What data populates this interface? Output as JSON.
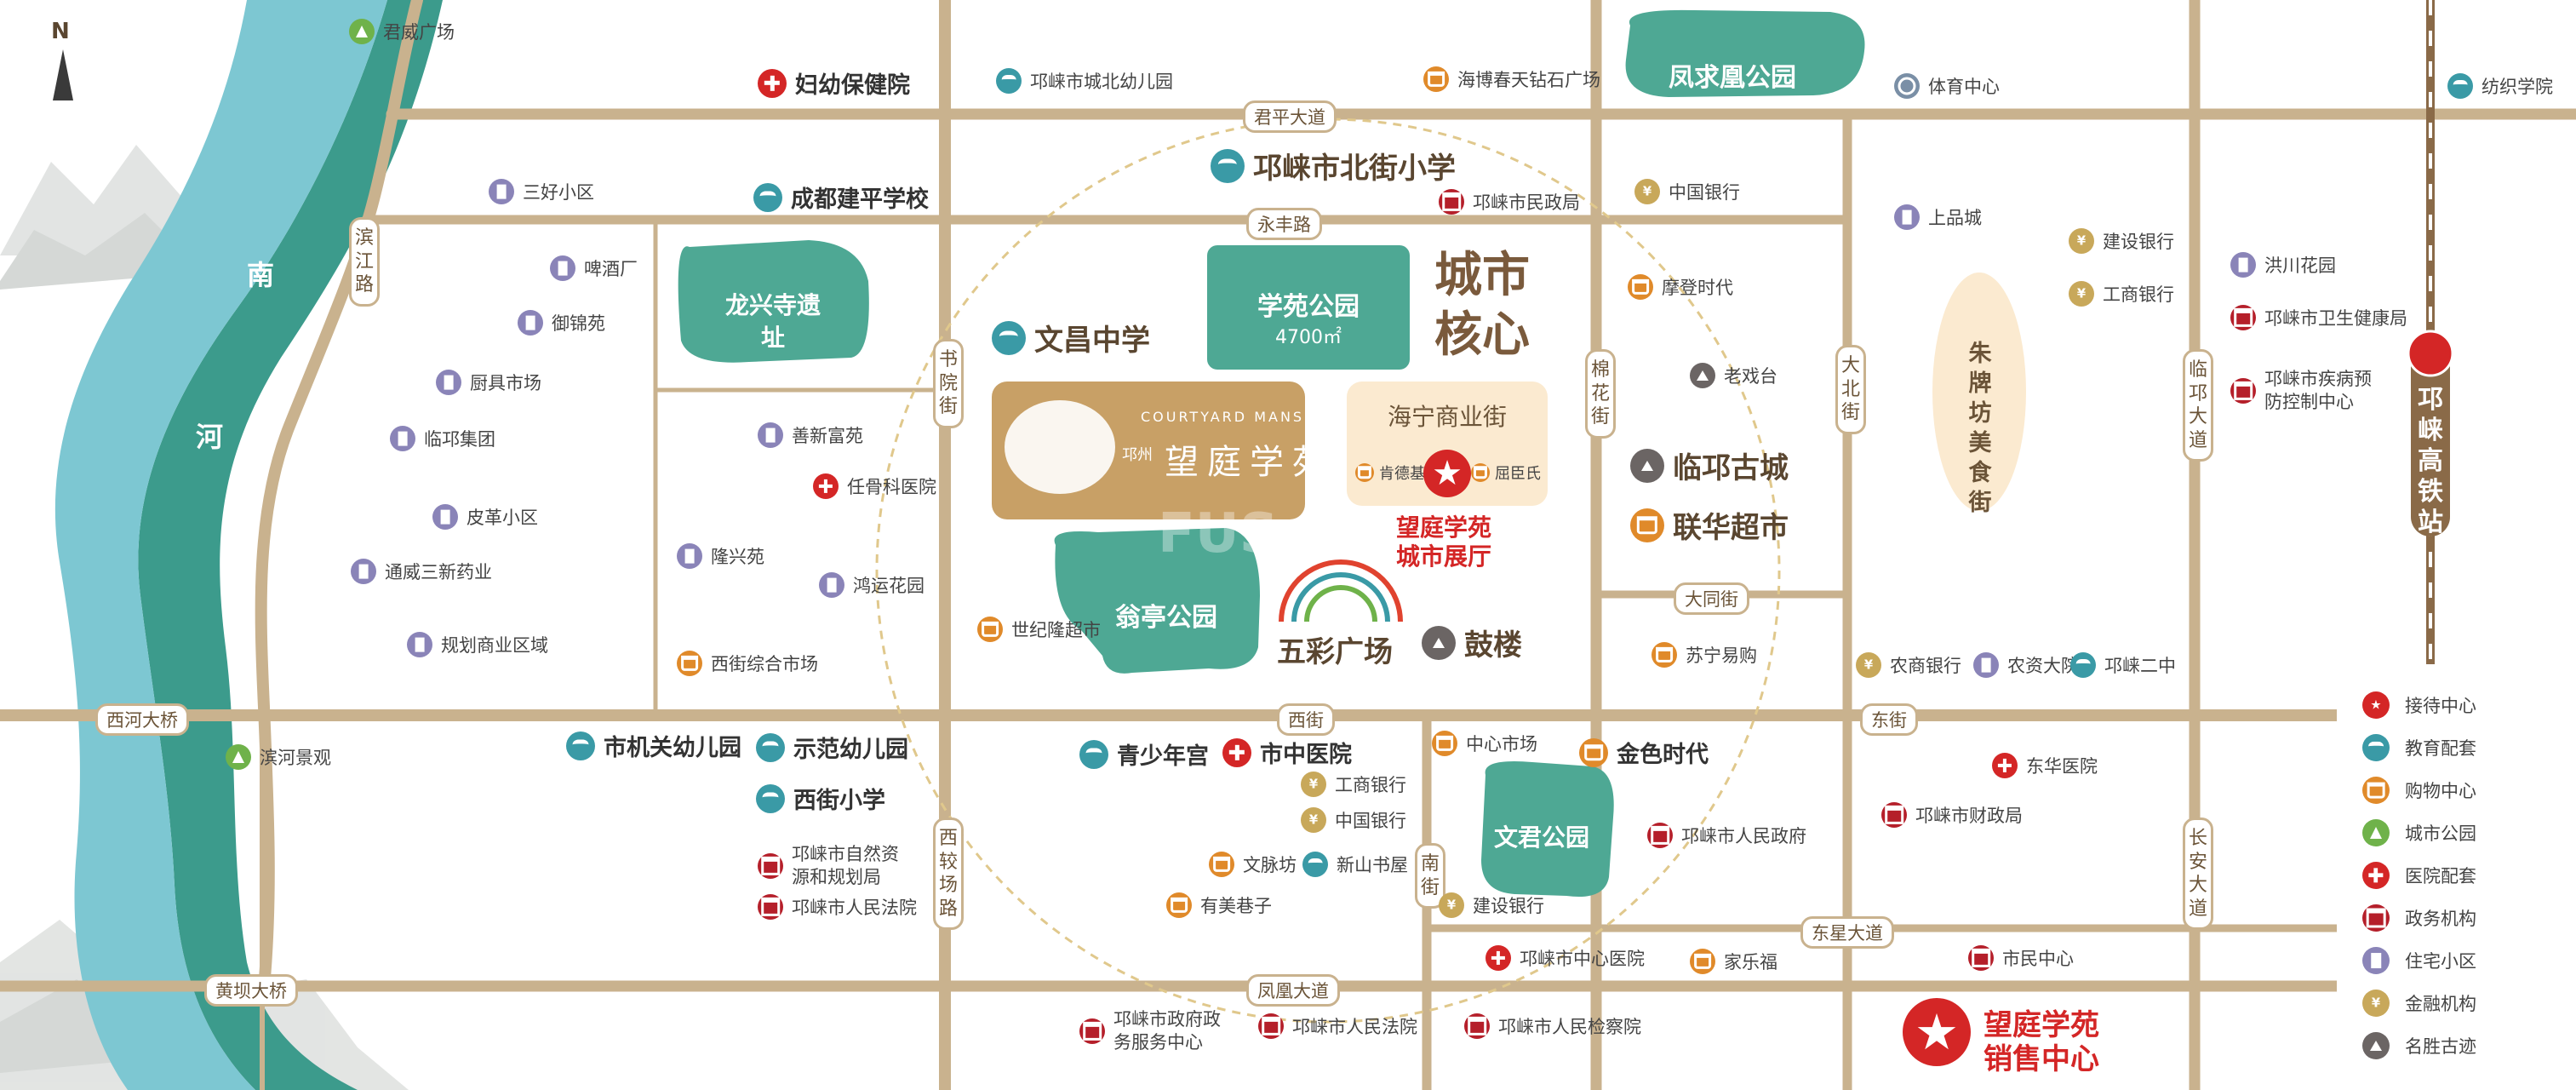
{
  "compass": {
    "label": "N"
  },
  "rivers": {
    "south_river": "南",
    "river2": "河"
  },
  "roads": {
    "junping": "君平大道",
    "yongfeng": "永丰路",
    "xijie": "西街",
    "dongjie": "东街",
    "fenghuang": "凤凰大道",
    "dongxing": "东星大道",
    "datong": "大同街",
    "xihe_bridge": "西河大桥",
    "huangba_bridge": "黄坝大桥",
    "binjiang": "滨江路",
    "shuyuan": "书院街",
    "xijiao": "西较场路",
    "mianhua": "棉花街",
    "dabei": "大北街",
    "nanjie": "南街",
    "linqiong": "临邛大道",
    "changan": "长安大道"
  },
  "parks": {
    "longxingsi": "龙兴寺遗址",
    "xueyuan": "学苑公园",
    "xueyuan_area": "4700㎡",
    "wengting": "翁亭公园",
    "wenjun": "文君公园",
    "fengqiuhuang": "凤求凰公园",
    "zhupaifang": "朱牌坊美食街"
  },
  "core": {
    "line1": "城市",
    "line2": "核心"
  },
  "project": {
    "english": "COURTYARD MANSION",
    "brand": "邛州",
    "name": "望庭学苑"
  },
  "street": {
    "title": "海宁商业街",
    "left": "肯德基",
    "right": "屈臣氏"
  },
  "showroom": {
    "line1": "望庭学苑",
    "line2": "城市展厅"
  },
  "sales": {
    "line1": "望庭学苑",
    "line2": "销售中心"
  },
  "station": {
    "name": "邛崃高铁站"
  },
  "wucai": "五彩广场",
  "gulou": "鼓楼",
  "watermark": "FUS",
  "pois": [
    {
      "t": "君威广场",
      "i": "park"
    },
    {
      "t": "妇幼保健院",
      "i": "medical"
    },
    {
      "t": "邛崃市城北幼儿园",
      "i": "edu"
    },
    {
      "t": "海博春天钻石广场",
      "i": "shop"
    },
    {
      "t": "体育中心",
      "i": "gym"
    },
    {
      "t": "纺织学院",
      "i": "edu"
    },
    {
      "t": "三好小区",
      "i": "res"
    },
    {
      "t": "成都建平学校",
      "i": "edu"
    },
    {
      "t": "邛崃市北街小学",
      "i": "edu"
    },
    {
      "t": "邛崃市民政局",
      "i": "gov"
    },
    {
      "t": "中国银行",
      "i": "bank"
    },
    {
      "t": "上品城",
      "i": "res"
    },
    {
      "t": "建设银行",
      "i": "bank"
    },
    {
      "t": "洪川花园",
      "i": "res"
    },
    {
      "t": "啤酒厂",
      "i": "res"
    },
    {
      "t": "御锦苑",
      "i": "res"
    },
    {
      "t": "摩登时代",
      "i": "shop"
    },
    {
      "t": "工商银行",
      "i": "bank"
    },
    {
      "t": "邛崃市卫生健康局",
      "i": "gov"
    },
    {
      "t": "文昌中学",
      "i": "edu"
    },
    {
      "t": "厨具市场",
      "i": "res"
    },
    {
      "t": "老戏台",
      "i": "heritage"
    },
    {
      "t": "邛崃市疾病预防控制中心",
      "i": "gov"
    },
    {
      "t": "临邛集团",
      "i": "res"
    },
    {
      "t": "善新富苑",
      "i": "res"
    },
    {
      "t": "临邛古城",
      "i": "heritage"
    },
    {
      "t": "任骨科医院",
      "i": "medical"
    },
    {
      "t": "皮革小区",
      "i": "res"
    },
    {
      "t": "联华超市",
      "i": "shop"
    },
    {
      "t": "隆兴苑",
      "i": "res"
    },
    {
      "t": "通威三新药业",
      "i": "res"
    },
    {
      "t": "鸿运花园",
      "i": "res"
    },
    {
      "t": "世纪隆超市",
      "i": "shop"
    },
    {
      "t": "鼓楼",
      "i": "heritage"
    },
    {
      "t": "规划商业区域",
      "i": "res"
    },
    {
      "t": "苏宁易购",
      "i": "shop"
    },
    {
      "t": "农商银行",
      "i": "bank"
    },
    {
      "t": "农资大院",
      "i": "res"
    },
    {
      "t": "邛崃二中",
      "i": "edu"
    },
    {
      "t": "西街综合市场",
      "i": "shop"
    },
    {
      "t": "市机关幼儿园",
      "i": "edu"
    },
    {
      "t": "示范幼儿园",
      "i": "edu"
    },
    {
      "t": "滨河景观",
      "i": "park"
    },
    {
      "t": "青少年宫",
      "i": "edu"
    },
    {
      "t": "市中医院",
      "i": "medical"
    },
    {
      "t": "中心市场",
      "i": "shop"
    },
    {
      "t": "金色时代",
      "i": "shop"
    },
    {
      "t": "东华医院",
      "i": "medical"
    },
    {
      "t": "西街小学",
      "i": "edu"
    },
    {
      "t": "工商银行",
      "i": "bank"
    },
    {
      "t": "邛崃市财政局",
      "i": "gov"
    },
    {
      "t": "中国银行",
      "i": "bank"
    },
    {
      "t": "邛崃市自然资源和规划局",
      "i": "gov"
    },
    {
      "t": "文脉坊",
      "i": "shop"
    },
    {
      "t": "新山书屋",
      "i": "edu"
    },
    {
      "t": "邛崃市人民政府",
      "i": "gov"
    },
    {
      "t": "邛崃市人民法院",
      "i": "gov"
    },
    {
      "t": "有美巷子",
      "i": "shop"
    },
    {
      "t": "建设银行",
      "i": "bank"
    },
    {
      "t": "邛崃市中心医院",
      "i": "medical"
    },
    {
      "t": "家乐福",
      "i": "shop"
    },
    {
      "t": "市民中心",
      "i": "gov"
    },
    {
      "t": "邛崃市政府政务服务中心",
      "i": "gov"
    },
    {
      "t": "邛崃市人民法院",
      "i": "gov"
    },
    {
      "t": "邛崃市人民检察院",
      "i": "gov"
    }
  ],
  "legend": [
    {
      "t": "接待中心",
      "i": "star"
    },
    {
      "t": "教育配套",
      "i": "edu"
    },
    {
      "t": "购物中心",
      "i": "shop"
    },
    {
      "t": "城市公园",
      "i": "park"
    },
    {
      "t": "医院配套",
      "i": "medical"
    },
    {
      "t": "政务机构",
      "i": "gov"
    },
    {
      "t": "住宅小区",
      "i": "res"
    },
    {
      "t": "金融机构",
      "i": "bank"
    },
    {
      "t": "名胜古迹",
      "i": "heritage"
    }
  ],
  "colors": {
    "river": "#7dc7d2",
    "riverbank": "#3c9b8c",
    "road": "#c9b28e",
    "park": "#4ea894",
    "project": "#c8a066",
    "street": "#fbead0",
    "red": "#d42626"
  }
}
